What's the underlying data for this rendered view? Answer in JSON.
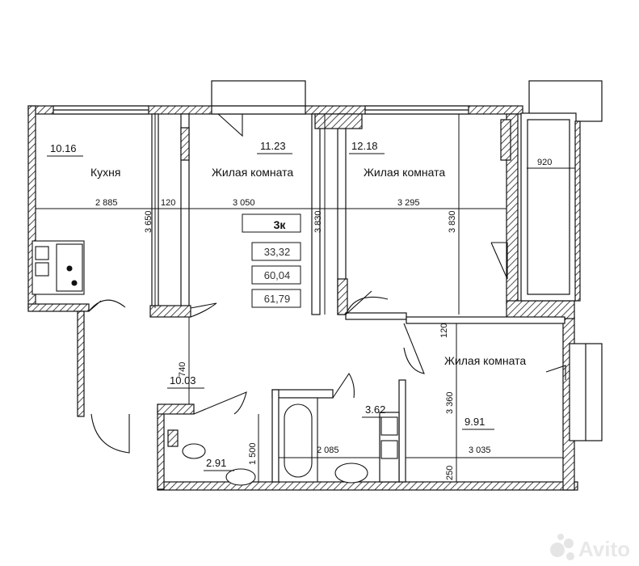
{
  "plan": {
    "summary": {
      "type": "3к",
      "living": "33,32",
      "total": "60,04",
      "total_balcony": "61,79"
    },
    "rooms": [
      {
        "area": "10.16",
        "name": "Кухня"
      },
      {
        "area": "11.23",
        "name": "Жилая комната"
      },
      {
        "area": "12.18",
        "name": "Жилая комната"
      },
      {
        "area": "9.91",
        "name": "Жилая комната"
      },
      {
        "area": "10.03",
        "name": ""
      },
      {
        "area": "3.62",
        "name": ""
      },
      {
        "area": "2.91",
        "name": ""
      }
    ],
    "dimensions": [
      "2 885",
      "120",
      "3 650",
      "3 050",
      "3 830",
      "3 295",
      "3 830",
      "920",
      "120",
      "740",
      "3 360",
      "1 500",
      "2 085",
      "3 035",
      "250"
    ]
  },
  "watermark": {
    "text": "Avito"
  }
}
